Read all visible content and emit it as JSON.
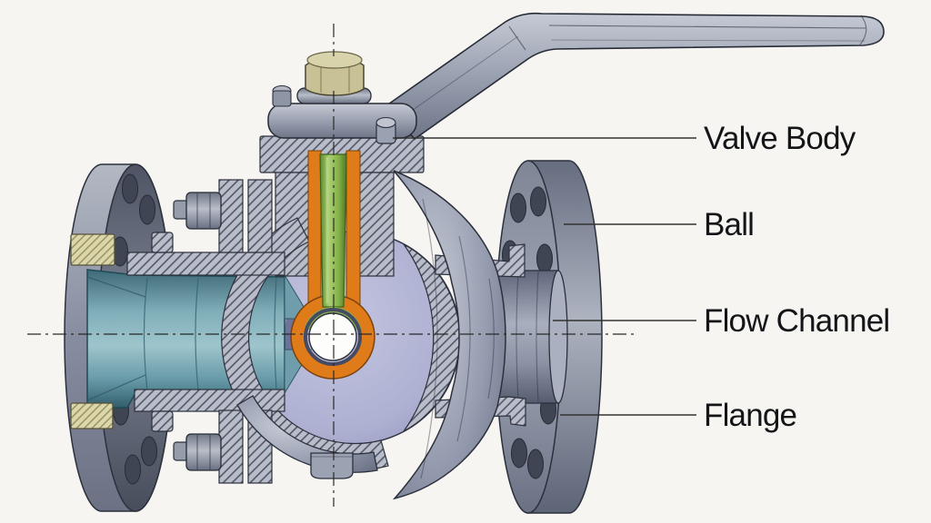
{
  "diagram": {
    "subject": "Ball valve cutaway diagram",
    "labels": [
      {
        "id": "valve-body",
        "text": "Valve Body"
      },
      {
        "id": "ball",
        "text": "Ball"
      },
      {
        "id": "flow-channel",
        "text": "Flow Channel"
      },
      {
        "id": "flange",
        "text": "Flange"
      }
    ],
    "colors": {
      "background": "#f7f5f1",
      "metal_gray": "#9aa1b2",
      "section_hatch_fill": "#b9bdc9",
      "flange_section_hatch": "#dcd6ab",
      "flow_channel_teal": "#7aa8b4",
      "ball_lavender": "#b2b4d6",
      "seat_orange": "#e07b1a",
      "stem_green": "#8eba50",
      "stem_nut_khaki": "#c8c196",
      "outline": "#2b303c",
      "label_text": "#141519"
    }
  }
}
